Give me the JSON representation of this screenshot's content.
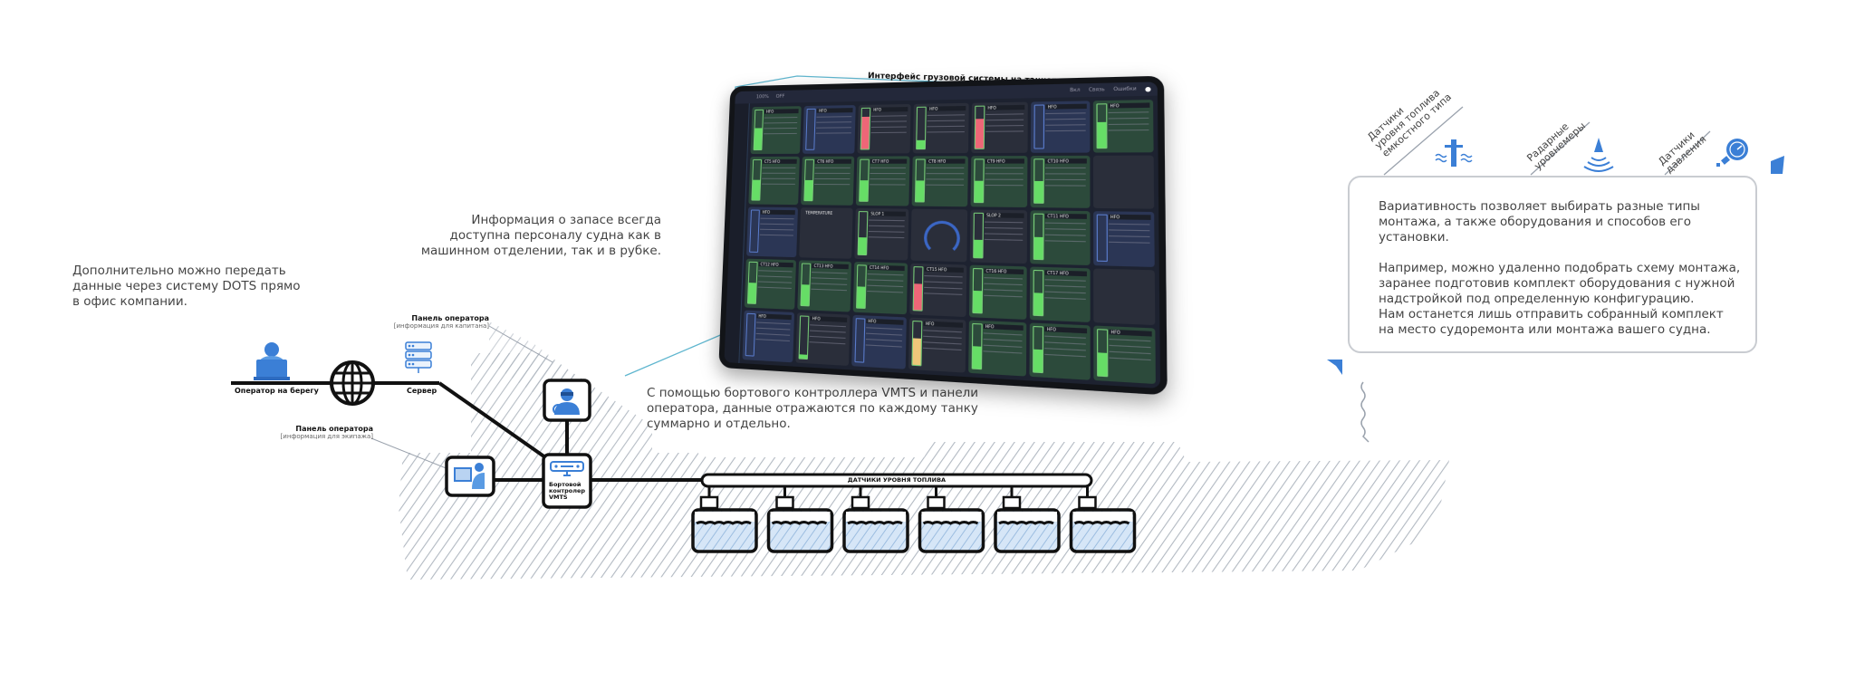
{
  "texts": {
    "dots_note": [
      "Дополнительно можно передать",
      "данные через систему DOTS прямо",
      "в офис компании."
    ],
    "stock_note": [
      "Информация о запасе всегда",
      "доступна персоналу судна как в",
      "машинном отделении, так и в рубке."
    ],
    "vmts_note": [
      "С помощью бортового контроллера VMTS и панели",
      "оператора, данные отражаются по каждому танку",
      "суммарно и отдельно."
    ],
    "variability_note": [
      "Вариативность позволяет выбирать разные типы",
      "монтажа, а также оборудования и способов его",
      "установки."
    ],
    "example_note": [
      "Например, можно удаленно подобрать схему монтажа,",
      "заранее подготовив комплект оборудования с нужной",
      "надстройкой под определенную конфигурацию.",
      "Нам останется лишь отправить собранный комплект",
      "на место судоремонта или монтажа вашего судна."
    ]
  },
  "nodes": {
    "shore_operator": {
      "label": "Оператор на берегу",
      "icon": "operator-laptop-icon"
    },
    "internet": {
      "icon": "globe-icon"
    },
    "server": {
      "label": "Сервер",
      "icon": "server-icon"
    },
    "captain_panel": {
      "title": "Панель оператора",
      "subtitle": "[информация для капитана]",
      "icon": "captain-icon"
    },
    "crew_panel": {
      "title": "Панель оператора",
      "subtitle": "[информация для экипажа]",
      "icon": "crew-monitor-icon"
    },
    "controller": {
      "label_lines": [
        "Бортовой",
        "контролер",
        "VMTS"
      ],
      "icon": "controller-icon"
    },
    "fuel_sensors_bus": {
      "label": "ДАТЧИКИ УРОВНЯ ТОПЛИВА"
    },
    "tanks_count": 6
  },
  "tablet": {
    "title": "Интерфейс грузовой системы на танкере",
    "top_tabs": [
      "100%",
      "OFF"
    ],
    "top_controls": [
      "Вкл",
      "Связь",
      "Ошибки"
    ],
    "cards": [
      {
        "t": "HFO",
        "c": "g",
        "f": 0.55,
        "k": ""
      },
      {
        "t": "HFO",
        "c": "b",
        "f": 0.0,
        "k": ""
      },
      {
        "t": "HFO",
        "c": "d",
        "f": 0.8,
        "k": "red"
      },
      {
        "t": "HFO",
        "c": "d",
        "f": 0.2,
        "k": ""
      },
      {
        "t": "HFO",
        "c": "d",
        "f": 0.7,
        "k": "red"
      },
      {
        "t": "HFO",
        "c": "b",
        "f": 0.0,
        "k": ""
      },
      {
        "t": "HFO",
        "c": "g",
        "f": 0.6,
        "k": ""
      },
      {
        "t": "CT5 HFO",
        "c": "g",
        "f": 0.5,
        "k": ""
      },
      {
        "t": "CT6 HFO",
        "c": "g",
        "f": 0.5,
        "k": ""
      },
      {
        "t": "CT7 HFO",
        "c": "g",
        "f": 0.5,
        "k": ""
      },
      {
        "t": "CT8 HFO",
        "c": "g",
        "f": 0.5,
        "k": ""
      },
      {
        "t": "CT9 HFO",
        "c": "g",
        "f": 0.5,
        "k": ""
      },
      {
        "t": "CT10 HFO",
        "c": "g",
        "f": 0.5,
        "k": ""
      },
      {
        "t": "",
        "c": "d",
        "f": 0,
        "k": "none"
      },
      {
        "t": "HFO",
        "c": "b",
        "f": 0.0,
        "k": ""
      },
      {
        "t": "TEMPERATURE",
        "c": "d",
        "f": 0,
        "k": "none"
      },
      {
        "t": "SLOP 1",
        "c": "d",
        "f": 0.4,
        "k": ""
      },
      {
        "t": "",
        "c": "d",
        "f": 0,
        "k": "gauge"
      },
      {
        "t": "SLOP 2",
        "c": "d",
        "f": 0.4,
        "k": ""
      },
      {
        "t": "CT11 HFO",
        "c": "g",
        "f": 0.5,
        "k": ""
      },
      {
        "t": "HFO",
        "c": "b",
        "f": 0.0,
        "k": ""
      },
      {
        "t": "CT12 HFO",
        "c": "g",
        "f": 0.5,
        "k": ""
      },
      {
        "t": "CT13 HFO",
        "c": "g",
        "f": 0.5,
        "k": ""
      },
      {
        "t": "CT14 HFO",
        "c": "g",
        "f": 0.5,
        "k": ""
      },
      {
        "t": "CT15 HFO",
        "c": "d",
        "f": 0.6,
        "k": "red"
      },
      {
        "t": "CT16 HFO",
        "c": "g",
        "f": 0.5,
        "k": ""
      },
      {
        "t": "CT17 HFO",
        "c": "g",
        "f": 0.5,
        "k": ""
      },
      {
        "t": "",
        "c": "d",
        "f": 0,
        "k": "none"
      },
      {
        "t": "HFO",
        "c": "b",
        "f": 0.0,
        "k": ""
      },
      {
        "t": "HFO",
        "c": "d",
        "f": 0.1,
        "k": ""
      },
      {
        "t": "HFO",
        "c": "b",
        "f": 0.0,
        "k": ""
      },
      {
        "t": "HFO",
        "c": "d",
        "f": 0.6,
        "k": "yel"
      },
      {
        "t": "HFO",
        "c": "g",
        "f": 0.5,
        "k": ""
      },
      {
        "t": "HFO",
        "c": "g",
        "f": 0.5,
        "k": ""
      },
      {
        "t": "HFO",
        "c": "g",
        "f": 0.5,
        "k": ""
      }
    ]
  },
  "sensors": [
    {
      "label": "Датчики\nуровня топлива\nемкостного типа",
      "icon": "capacitive-level-sensor-icon"
    },
    {
      "label": "Радарные\nуровнемеры",
      "icon": "radar-level-gauge-icon"
    },
    {
      "label": "Датчики\nдавления",
      "icon": "pressure-sensor-icon"
    }
  ],
  "colors": {
    "accent": "#3b7fd6",
    "line": "#111111",
    "hatch": "#a9b1bb",
    "box_border": "#c9ccd1",
    "tank_fill": "#d6e6f7"
  }
}
